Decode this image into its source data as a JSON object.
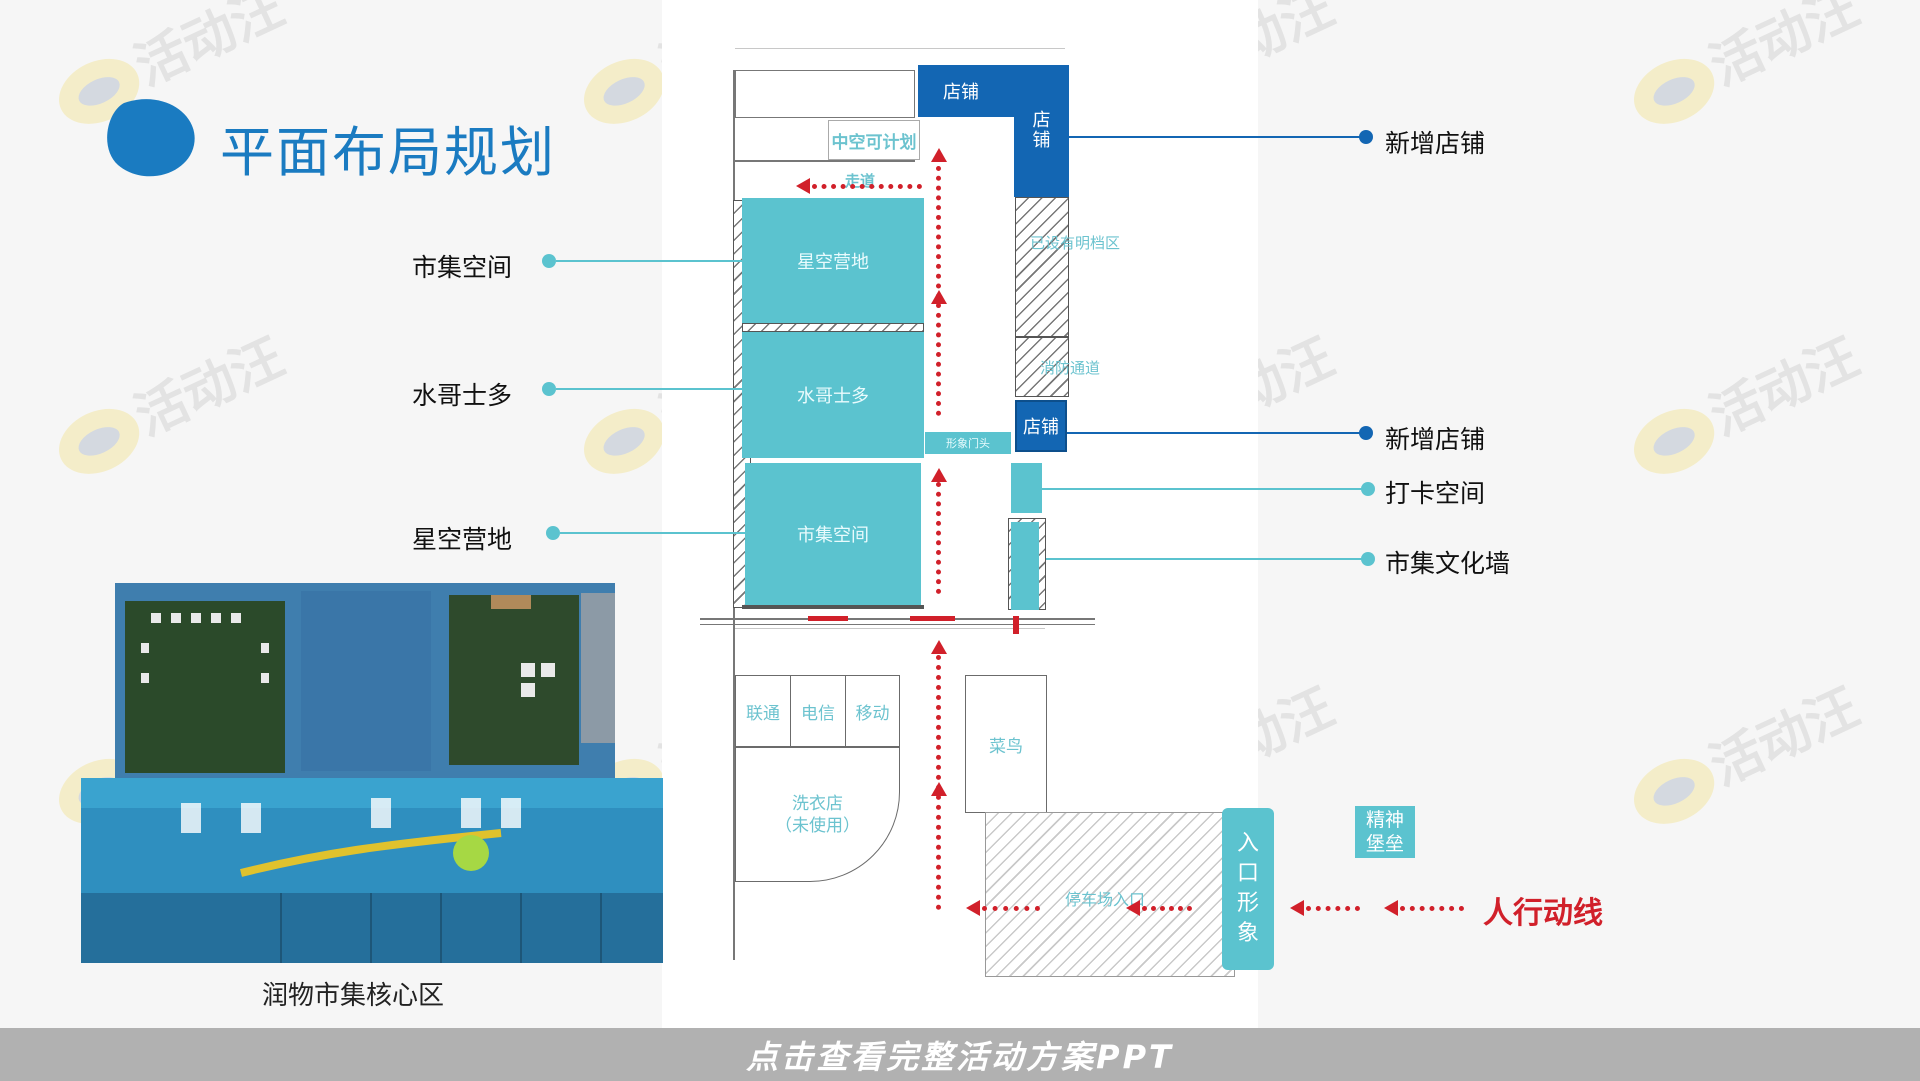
{
  "title": "平面布局规划",
  "footer": "点击查看完整活动方案PPT",
  "watermark": "活动汪",
  "photo_caption": "润物市集核心区",
  "callouts_left": [
    "市集空间",
    "水哥士多",
    "星空营地"
  ],
  "callouts_right": [
    "新增店铺",
    "新增店铺",
    "打卡空间",
    "市集文化墙"
  ],
  "flow_label": "人行动线",
  "rooms": {
    "shop_top": "店铺",
    "shop_side": "店\n铺",
    "shop_mid": "店铺",
    "star_camp": "星空营地",
    "water_store": "水哥士多",
    "market_space": "市集空间",
    "image_door": "形象门头",
    "atrium": "中空可计划",
    "corridor": "走道",
    "hatch_top": "已设有明档区",
    "hatch_mid": "消防通道",
    "unicom": "联通",
    "telecom": "电信",
    "mobile": "移动",
    "laundry": "洗衣店\n（未使用）",
    "cainiao": "菜鸟",
    "parking_entry": "停车场入口",
    "entrance_image": "入\n口\n形\n象",
    "spirit_fort": "精神\n堡垒"
  },
  "colors": {
    "teal": "#5bc3cf",
    "blue": "#1366b3",
    "arrow_red": "#d1202a",
    "title_blue": "#1a7bc1",
    "callout_teal": "#5bc3cf",
    "callout_blue": "#1366b3"
  }
}
